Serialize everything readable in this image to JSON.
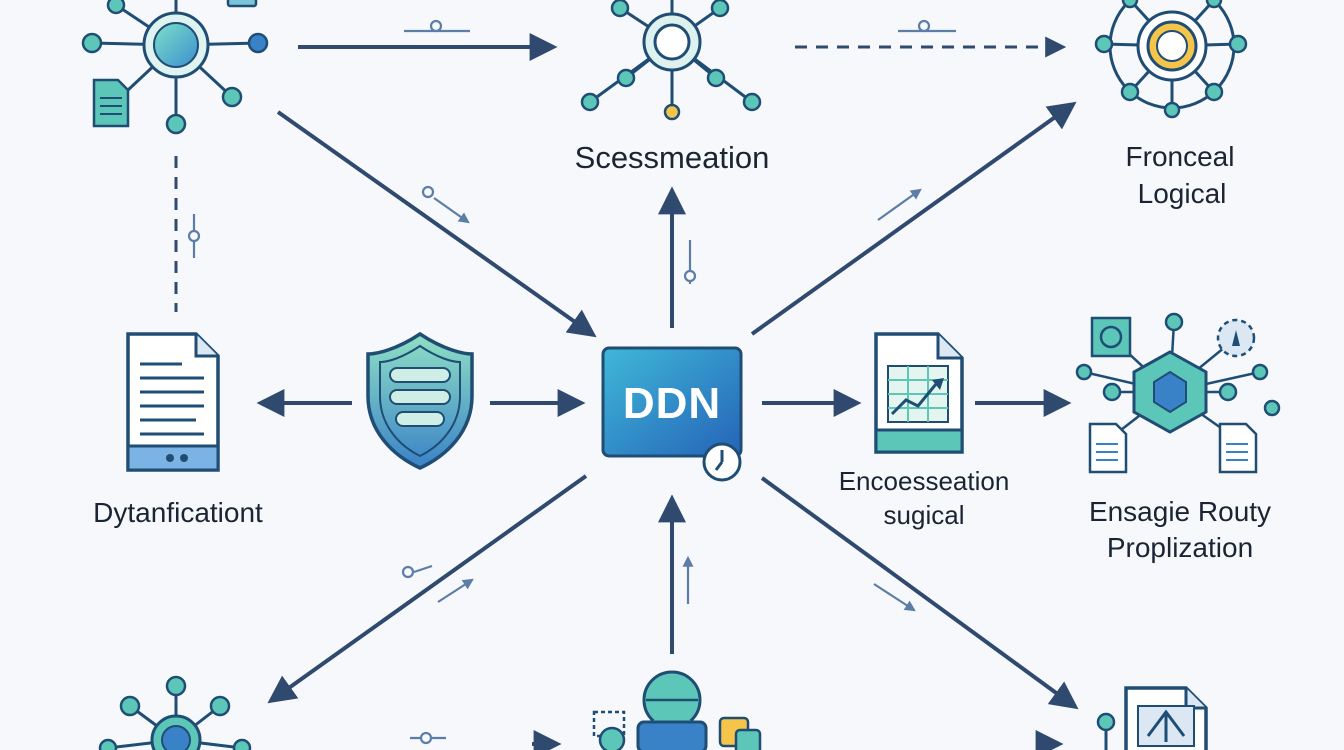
{
  "diagram": {
    "center": {
      "label": "DDN"
    },
    "nodes": {
      "top_center": {
        "label": "Scessmeation"
      },
      "top_right": {
        "line1": "Fronceal",
        "line2": "Logical"
      },
      "middle_left": {
        "label": "Dytanficationt"
      },
      "middle_right": {
        "line1": "Encoesseation",
        "line2": "sugical"
      },
      "far_right": {
        "line1": "Ensagie Routy",
        "line2": "Proplization"
      }
    },
    "colors": {
      "arrow": "#2f4a6e",
      "node_fill": "#5cc7b8",
      "node_dark": "#1f4d74",
      "accent_yellow": "#f4c54a",
      "center_box": "#2b7fd1",
      "background": "#f6f8fb"
    },
    "icons": [
      "network-hub-icon",
      "document-icon",
      "shield-icon",
      "chart-document-icon",
      "hexagon-network-icon",
      "clock-icon"
    ]
  }
}
